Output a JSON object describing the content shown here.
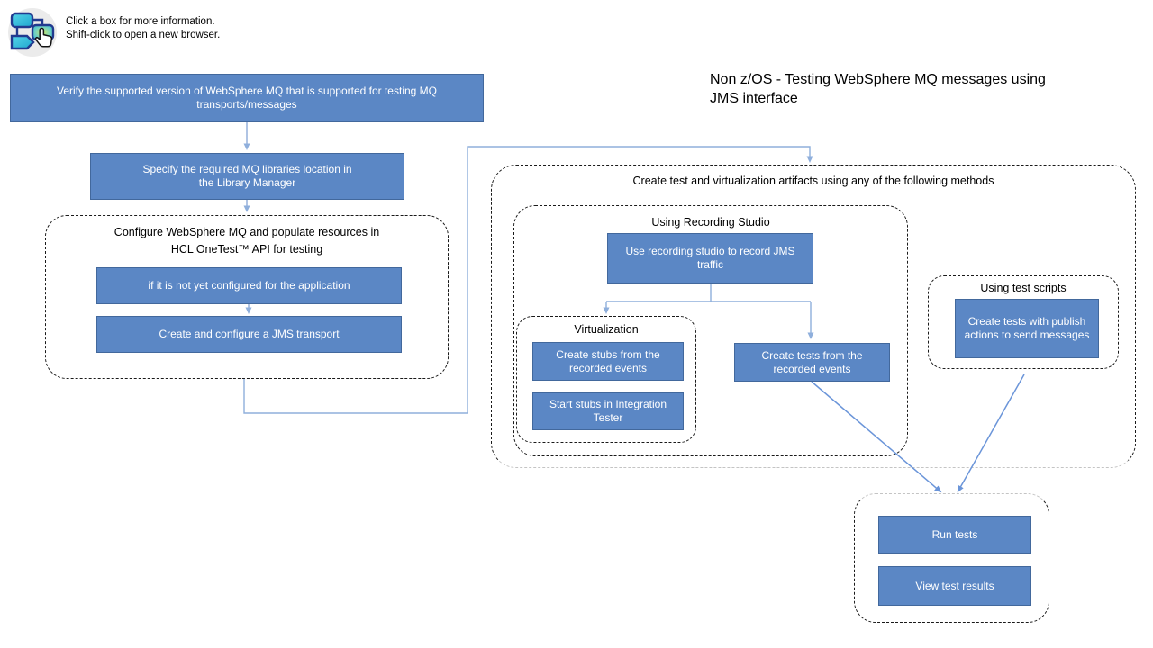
{
  "legend": {
    "text": "Click a box for more information.\nShift-click to open a new browser."
  },
  "page_title": "Non z/OS - Testing WebSphere MQ messages using\nJMS interface",
  "colors": {
    "node_fill": "#5b87c5",
    "node_border": "#42689c",
    "node_text": "#ffffff",
    "connector_line": "#8fafdc",
    "diagonal_arrow": "#6b95d9",
    "group_dash": "#1a1a1a",
    "group_dash_light": "#c4c4c4"
  },
  "diagram": {
    "nodes": {
      "verify": "Verify the supported version of WebSphere MQ that is supported for testing MQ\ntransports/messages",
      "specify": "Specify the required MQ libraries location in\nthe Library Manager",
      "not_configured": "if it is not yet configured for the application",
      "jms_transport": "Create and configure a JMS transport",
      "record_traffic": "Use recording studio to record JMS\ntraffic",
      "create_stubs": "Create stubs from the\nrecorded events",
      "start_stubs": "Start stubs in Integration\nTester",
      "create_tests_recorded": "Create tests from the\nrecorded events",
      "create_tests_publish": "Create tests with publish\nactions to send messages",
      "run_tests": "Run tests",
      "view_results": "View test results"
    },
    "groups": {
      "configure": "Configure WebSphere MQ and populate resources in\nHCL OneTest™ API for testing",
      "artifacts": "Create test and virtualization artifacts using any of the following methods",
      "recording": "Using Recording Studio",
      "virtualization": "Virtualization",
      "test_scripts": "Using test scripts"
    }
  }
}
